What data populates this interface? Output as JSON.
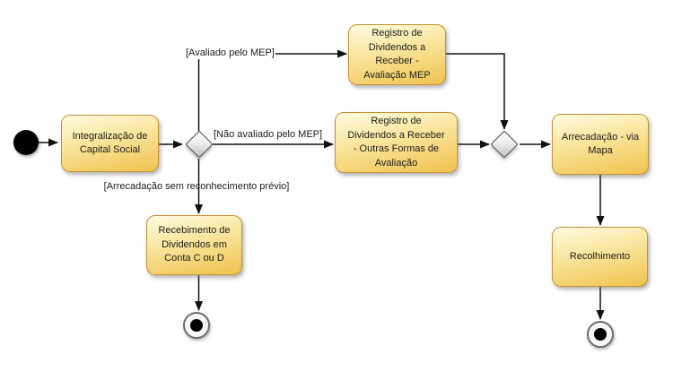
{
  "diagram": {
    "type": "uml-activity-diagram",
    "nodes": {
      "integralizacao": {
        "label": "Integralização de\nCapital Social"
      },
      "registro_mep": {
        "label": "Registro de\nDividendos a\nReceber -\nAvaliação MEP"
      },
      "registro_outras": {
        "label": "Registro de\nDividendos a Receber\n- Outras Formas de\nAvaliação"
      },
      "recebimento": {
        "label": "Recebimento de\nDividendos em\nConta C ou D"
      },
      "arrecadacao": {
        "label": "Arrecadação - via\nMapa"
      },
      "recolhimento": {
        "label": "Recolhimento"
      }
    },
    "guards": {
      "avaliado_mep": "[Avaliado pelo MEP]",
      "nao_avaliado_mep": "[Não avaliado pelo MEP]",
      "arrecadacao_sem_reconhecimento": "[Arrecadação sem reconhecimento prévio]"
    },
    "colors": {
      "activity_fill_top": "#FFFCE2",
      "activity_fill_bottom": "#F0C24F",
      "activity_border": "#C49232",
      "decision_fill_top": "#FFFFFF",
      "decision_fill_bottom": "#C2C2C2",
      "decision_border": "#4A4A4A",
      "edge": "#111111",
      "background": "#FFFFFF"
    }
  }
}
